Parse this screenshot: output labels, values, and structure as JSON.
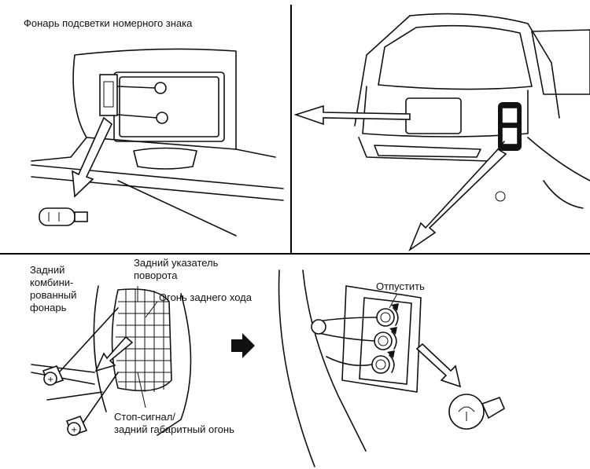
{
  "labels": {
    "license_lamp": "Фонарь подсветки  номерного знака",
    "rear_combo_lamp": "Задний\nкомбини-\nрованный\nфонарь",
    "turn_signal": "Задний указатель\nповорота",
    "reverse_lamp": "Огонь заднего хода",
    "stop_tail": "Стоп-сигнал/\nзадний габаритный огонь",
    "release": "Отпустить"
  },
  "icons": [
    "screw-icon",
    "bulb-icon",
    "wedge-bulb-icon",
    "arrow-right-icon"
  ],
  "colors": {
    "ink": "#111111",
    "background": "#ffffff"
  }
}
